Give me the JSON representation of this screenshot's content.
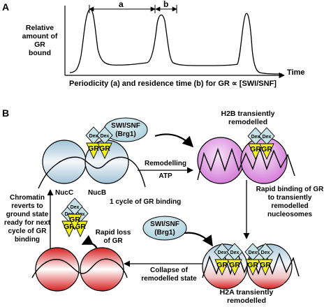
{
  "panel_a": {
    "letter": "A",
    "ylabel_lines": [
      "Relative",
      "amount of",
      "GR",
      "bound"
    ],
    "xlabel": "Time",
    "interval_a": "a",
    "interval_b": "b",
    "caption": "Periodicity (a) and residence time (b) for GR ∝ [SWI/SNF]"
  },
  "panel_b": {
    "letter": "B",
    "dex": "Dex",
    "gr": "GR",
    "swi_snf_line1": "SWI/SNF",
    "swi_snf_line2": "(Brg1)",
    "h2b_line1": "H2B transiently",
    "h2b_line2": "remodelled",
    "h2a_line1": "H2A transiently",
    "h2a_line2": "remodelled",
    "remodelling": "Remodelling",
    "atp": "ATP",
    "nucc": "NucC",
    "nucb": "NucB",
    "chromatin_lines": [
      "Chromatin",
      "reverts to",
      "ground state",
      "ready for next",
      "cycle of GR",
      "binding"
    ],
    "cycle": "1 cycle of GR binding",
    "rapid_binding_lines": [
      "Rapid binding of GR",
      "to transiently",
      "remodelled",
      "nucleosomes"
    ],
    "rapid_loss_lines": [
      "Rapid loss",
      "of GR"
    ],
    "collapse_lines": [
      "Collapse of",
      "remodelled state"
    ]
  },
  "colors": {
    "swi_snf_fill": "#bcdde6",
    "dex_fill": "#c6e2e6",
    "gr_fill": "#f2ee1e",
    "nuc_pink": "#dd7fe0",
    "nuc_red": "#d62020",
    "nuc_blue": "#bcd4e2"
  }
}
